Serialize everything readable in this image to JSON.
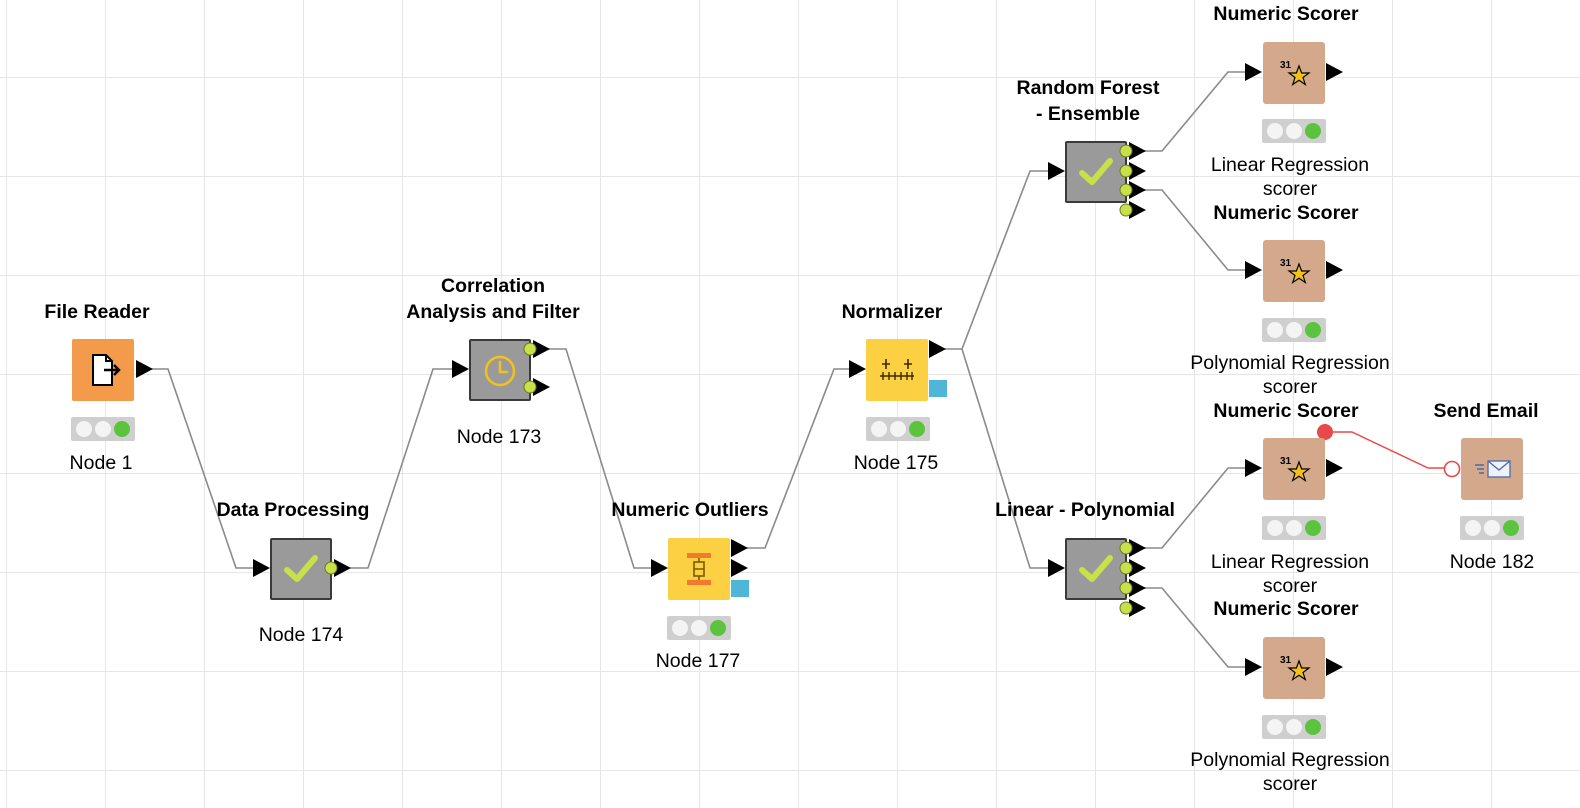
{
  "workflow": {
    "nodes": [
      {
        "id": "node-1",
        "title": "File Reader",
        "label": "Node 1",
        "kind": "source",
        "icon": "file-reader-icon",
        "status": "executed"
      },
      {
        "id": "node-174",
        "title": "Data Processing",
        "label": "Node 174",
        "kind": "metanode",
        "icon": "checkmark-icon",
        "status": "executed"
      },
      {
        "id": "node-173",
        "title": "Correlation\nAnalysis and Filter",
        "label": "Node 173",
        "kind": "metanode",
        "icon": "clock-icon",
        "status": "idle"
      },
      {
        "id": "node-177",
        "title": "Numeric Outliers",
        "label": "Node 177",
        "kind": "manipulator",
        "icon": "outliers-icon",
        "status": "executed"
      },
      {
        "id": "node-175",
        "title": "Normalizer",
        "label": "Node 175",
        "kind": "manipulator",
        "icon": "normalizer-icon",
        "status": "executed"
      },
      {
        "id": "node-rf",
        "title": "Random Forest\n- Ensemble",
        "label": "",
        "kind": "metanode",
        "icon": "checkmark-icon",
        "status": "executed"
      },
      {
        "id": "node-lp",
        "title": "Linear - Polynomial",
        "label": "",
        "kind": "metanode",
        "icon": "checkmark-icon",
        "status": "executed"
      },
      {
        "id": "scorer-1",
        "title": "Numeric Scorer",
        "label": "Linear Regression\nscorer",
        "kind": "scorer",
        "icon": "scorer-icon",
        "status": "executed"
      },
      {
        "id": "scorer-2",
        "title": "Numeric Scorer",
        "label": "Polynomial Regression\nscorer",
        "kind": "scorer",
        "icon": "scorer-icon",
        "status": "executed"
      },
      {
        "id": "scorer-3",
        "title": "Numeric Scorer",
        "label": "Linear Regression\nscorer",
        "kind": "scorer",
        "icon": "scorer-icon",
        "status": "executed"
      },
      {
        "id": "scorer-4",
        "title": "Numeric Scorer",
        "label": "Polynomial Regression\nscorer",
        "kind": "scorer",
        "icon": "scorer-icon",
        "status": "executed"
      },
      {
        "id": "node-182",
        "title": "Send Email",
        "label": "Node 182",
        "kind": "scorer",
        "icon": "email-icon",
        "status": "executed"
      }
    ],
    "connections": [
      {
        "from": "node-1",
        "to": "node-174"
      },
      {
        "from": "node-174",
        "to": "node-173"
      },
      {
        "from": "node-173",
        "to": "node-177"
      },
      {
        "from": "node-177",
        "to": "node-175"
      },
      {
        "from": "node-175",
        "to": "node-rf"
      },
      {
        "from": "node-175",
        "to": "node-lp"
      },
      {
        "from": "node-rf",
        "to": "scorer-1"
      },
      {
        "from": "node-rf",
        "to": "scorer-2"
      },
      {
        "from": "node-lp",
        "to": "scorer-3"
      },
      {
        "from": "node-lp",
        "to": "scorer-4"
      },
      {
        "from": "scorer-3",
        "to": "node-182",
        "type": "flow-variable"
      }
    ],
    "colors": {
      "source": "#f39a4b",
      "metanode": "#9a9a9a",
      "manipulator": "#fbd043",
      "scorer": "#d4a88a",
      "status_ok": "#5cc33e",
      "flow_variable": "#e84a4a",
      "wire": "#8a8a8a"
    }
  }
}
